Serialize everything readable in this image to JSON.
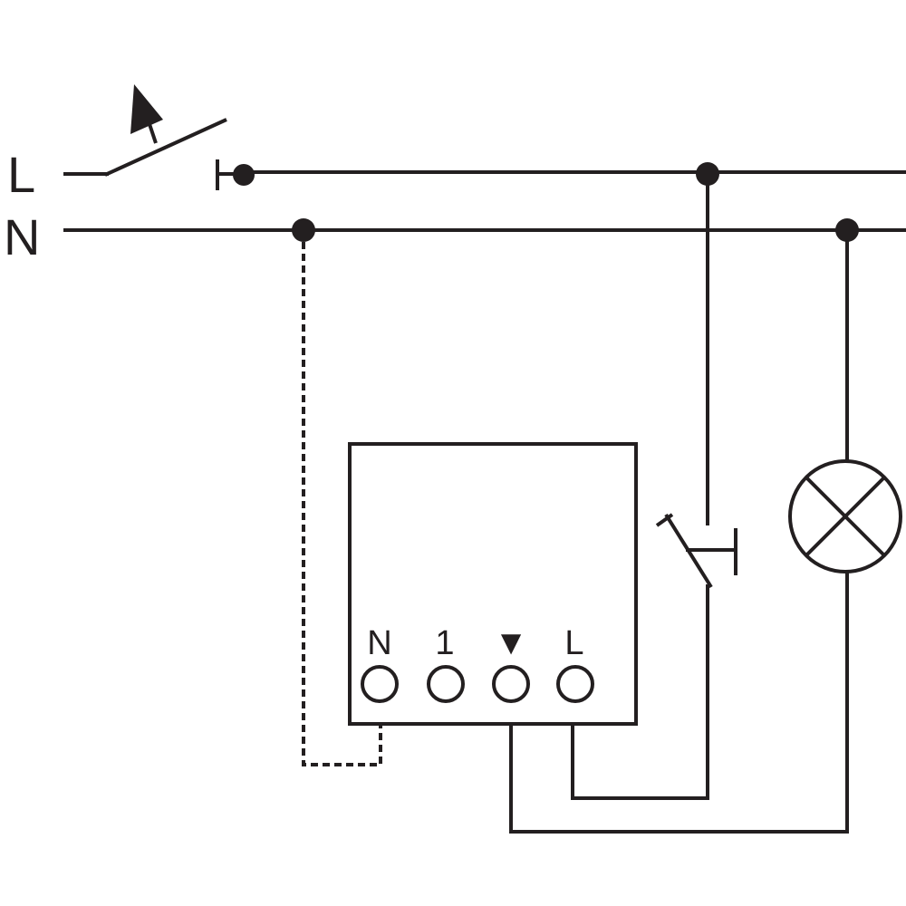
{
  "rails": {
    "live_label": "L",
    "neutral_label": "N"
  },
  "actuator": {
    "terminals": {
      "neutral": "N",
      "output_1": "1",
      "load_output": "▼",
      "live": "L"
    }
  },
  "colors": {
    "line": "#231f20",
    "background": "#ffffff"
  },
  "icons": {
    "main_switch": "switch-symbol",
    "pushbutton": "pushbutton-symbol",
    "lamp": "lamp-symbol"
  }
}
